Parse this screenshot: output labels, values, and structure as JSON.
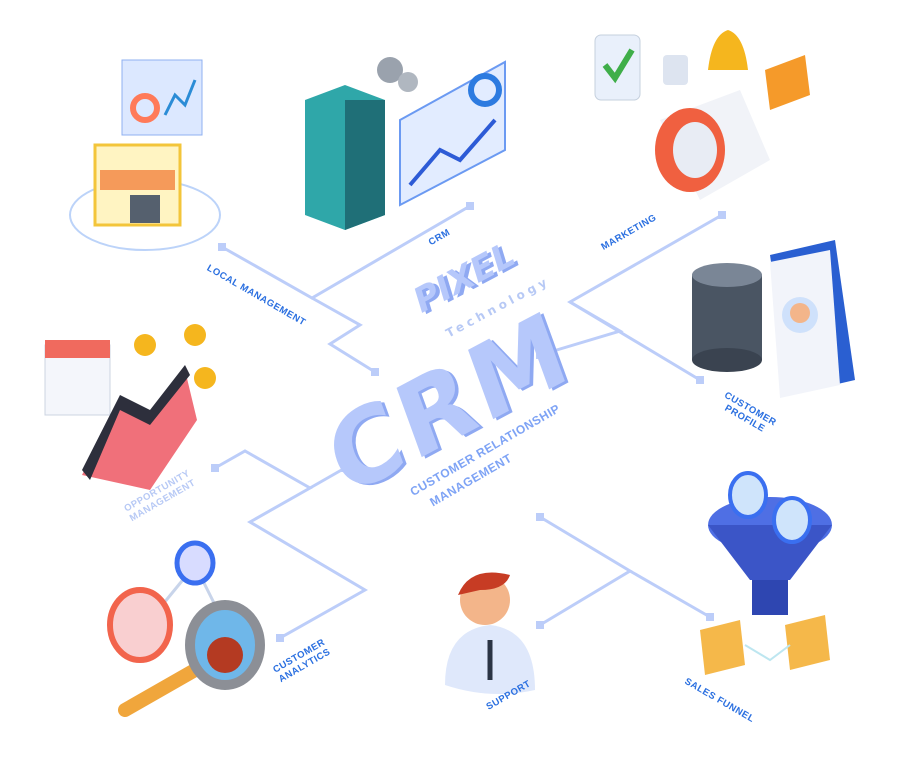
{
  "brand": {
    "name": "PIXEL",
    "tagline": "Technology"
  },
  "center": {
    "title": "CRM",
    "subtitle_line1": "CUSTOMER RELATIONSHIP",
    "subtitle_line2": "MANAGEMENT"
  },
  "nodes": [
    {
      "label": "LOCAL MANAGEMENT",
      "icon": "store-icon"
    },
    {
      "label": "CRM",
      "icon": "server-dashboard-icon"
    },
    {
      "label": "MARKETING",
      "icon": "megaphone-icon"
    },
    {
      "label": "CUSTOMER PROFILE",
      "icon": "database-profile-icon"
    },
    {
      "label": "OPPORTUNITY MANAGEMENT",
      "icon": "growth-chart-icon"
    },
    {
      "label": "CUSTOMER ANALYTICS",
      "icon": "magnifier-icon"
    },
    {
      "label": "SUPPORT",
      "icon": "support-agent-icon"
    },
    {
      "label": "SALES FUNNEL",
      "icon": "funnel-icon"
    }
  ],
  "colors": {
    "line": "#b7c9f8",
    "label": "#2a6fe0",
    "accent": "#8fa9f2"
  }
}
